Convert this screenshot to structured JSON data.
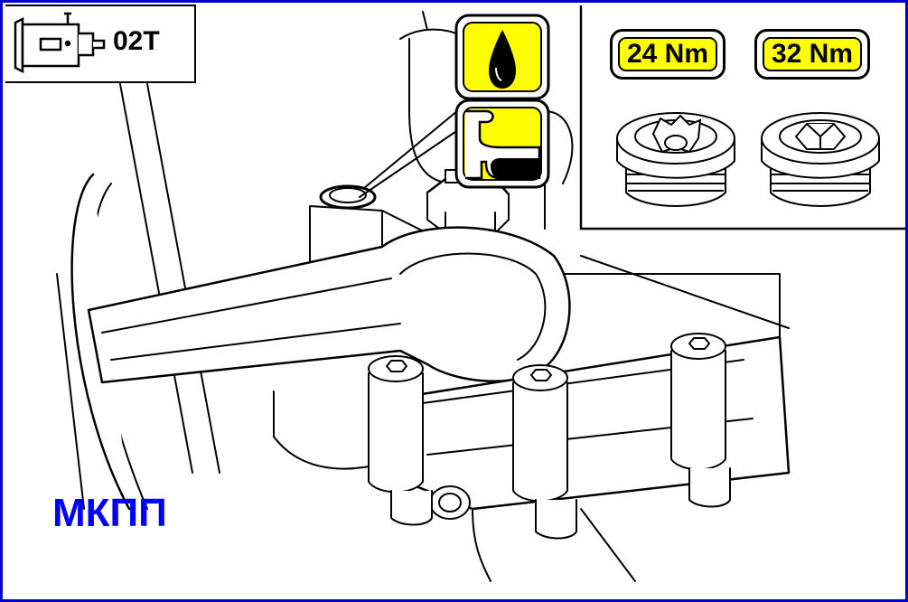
{
  "header": {
    "code": "02T"
  },
  "torque_specs": [
    {
      "value": "24 Nm"
    },
    {
      "value": "32 Nm"
    }
  ],
  "caption": "МКПП",
  "icons": [
    "gearbox-icon",
    "oil-drop-icon",
    "fill-level-icon",
    "torx-plug-icon",
    "hex-plug-icon"
  ],
  "colors": {
    "border": "#0000cc",
    "caption": "#0000ff",
    "highlight": "#ffff00",
    "line": "#000000"
  }
}
